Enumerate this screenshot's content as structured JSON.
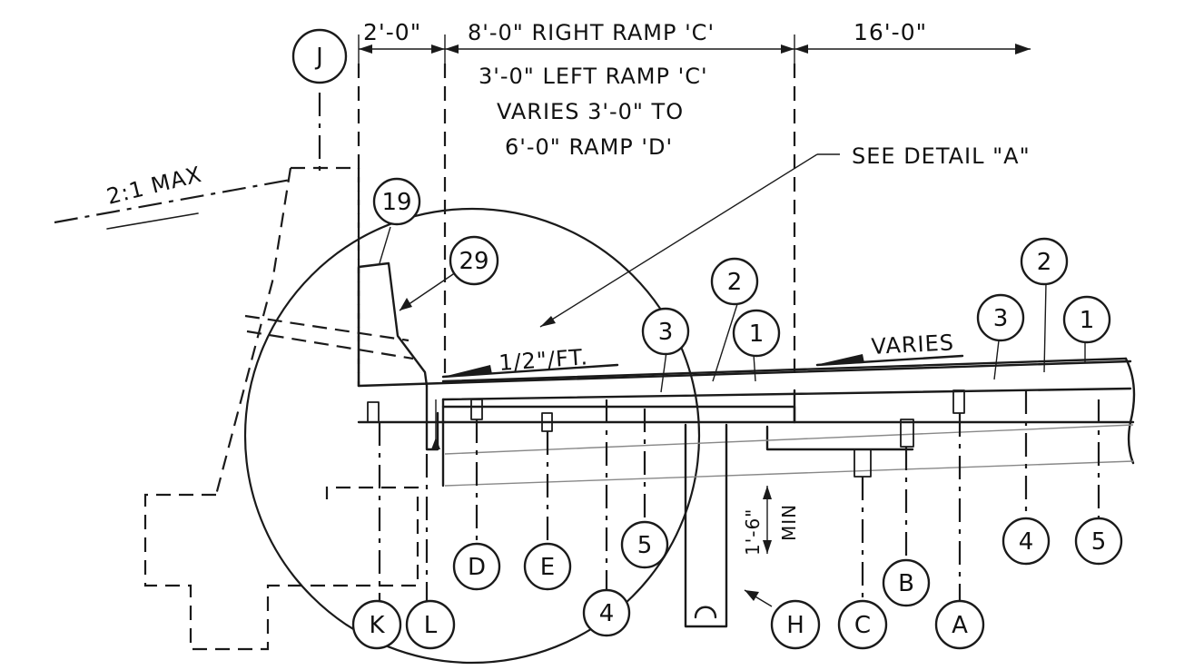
{
  "dimensions": {
    "d1": "2'-0\"",
    "d2": "8'-0\" RIGHT RAMP 'C'",
    "d3": "16'-0\""
  },
  "notes": {
    "left_ramp": "3'-0\" LEFT RAMP 'C'",
    "varies_line1": "VARIES 3'-0\" TO",
    "varies_line2": "6'-0\" RAMP 'D'",
    "see_detail": "SEE DETAIL \"A\"",
    "slope_max": "2:1 MAX",
    "cross_slope": "1/2\"/FT.",
    "varies": "VARIES",
    "min_dim": "1'-6\"",
    "min_label": "MIN"
  },
  "callouts": {
    "J": "J",
    "n19": "19",
    "n29": "29",
    "n2_left": "2",
    "n1_left": "1",
    "n3_left": "3",
    "n2_right": "2",
    "n3_right": "3",
    "n1_right": "1",
    "D": "D",
    "E": "E",
    "n5_mid": "5",
    "n4_mid": "4",
    "B": "B",
    "n4_right": "4",
    "n5_right": "5",
    "K": "K",
    "L": "L",
    "H": "H",
    "C": "C",
    "A": "A"
  }
}
